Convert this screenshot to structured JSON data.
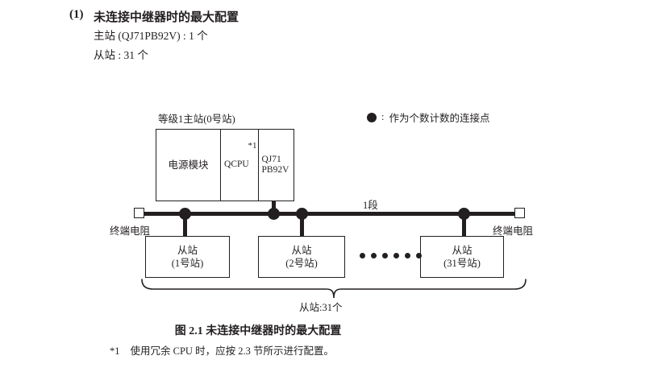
{
  "heading": {
    "number": "(1)",
    "title": "未连接中继器时的最大配置",
    "spec_lines": [
      "主站 (QJ71PB92V) : 1 个",
      "从站 : 31 个"
    ]
  },
  "legend": {
    "symbol": "dot-filled-icon",
    "separator": ":",
    "text": "作为个数计数的连接点"
  },
  "diagram": {
    "master": {
      "label": "等级1主站(0号站)",
      "cells": [
        {
          "name": "power-supply",
          "text": "电源模块"
        },
        {
          "name": "cpu",
          "text": "QCPU",
          "footnote_mark": "*1"
        },
        {
          "name": "profibus-module",
          "text": "QJ71\nPB92V"
        }
      ]
    },
    "bus": {
      "segment_label": "1段",
      "terminator_left_label": "终端电阻",
      "terminator_right_label": "终端电阻",
      "node_count": 4
    },
    "slaves": [
      {
        "name": "slave-1",
        "title": "从站",
        "subtitle": "(1号站)"
      },
      {
        "name": "slave-2",
        "title": "从站",
        "subtitle": "(2号站)"
      },
      {
        "name": "slave-31",
        "title": "从站",
        "subtitle": "(31号站)"
      }
    ],
    "ellipsis_dot_count": 6,
    "brace_label": "从站:31个"
  },
  "caption": "图 2.1  未连接中继器时的最大配置",
  "footnote": {
    "mark": "*1",
    "text": "使用冗余 CPU 时，应按 2.3 节所示进行配置。"
  },
  "colors": {
    "ink": "#231f20",
    "paper": "#ffffff"
  }
}
